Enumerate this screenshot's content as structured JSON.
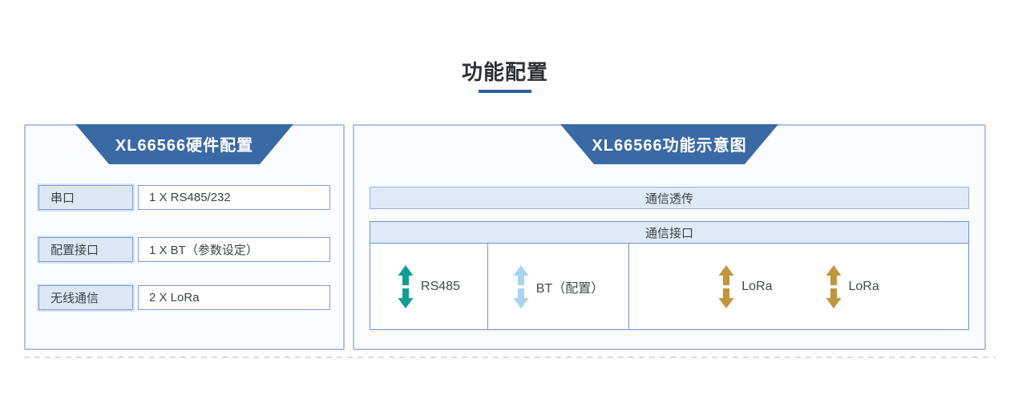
{
  "page_title": "功能配置",
  "hardware_panel": {
    "header": "XL66566硬件配置",
    "rows": [
      {
        "label": "串口",
        "value": "1 X RS485/232"
      },
      {
        "label": "配置接口",
        "value": "1 X BT（参数设定）"
      },
      {
        "label": "无线通信",
        "value": "2 X LoRa"
      }
    ]
  },
  "function_panel": {
    "header": "XL66566功能示意图",
    "passthrough_bar": "通信透传",
    "interface_box": {
      "header": "通信接口",
      "cells": [
        {
          "label": "RS485",
          "arrow_icon": "double-vertical-arrow",
          "arrow_color": "#129c94"
        },
        {
          "label": "BT（配置）",
          "arrow_icon": "double-vertical-arrow",
          "arrow_color": "#a7d4f1"
        },
        {
          "label": "LoRa",
          "arrow_icon": "double-vertical-arrow",
          "arrow_color": "#c3953a"
        },
        {
          "label": "LoRa",
          "arrow_icon": "double-vertical-arrow",
          "arrow_color": "#c3953a"
        }
      ]
    }
  },
  "colors": {
    "header_trapezoid_blue": "#3a6aa6",
    "title_underline_blue": "#2d6098",
    "panel_border": "#b0c0e8",
    "light_fill": "#e0e9f7",
    "box_border_blue": "#6b92d2",
    "teal_arrow": "#129c94",
    "light_blue_arrow": "#a7d4f1",
    "gold_arrow": "#c3953a"
  }
}
